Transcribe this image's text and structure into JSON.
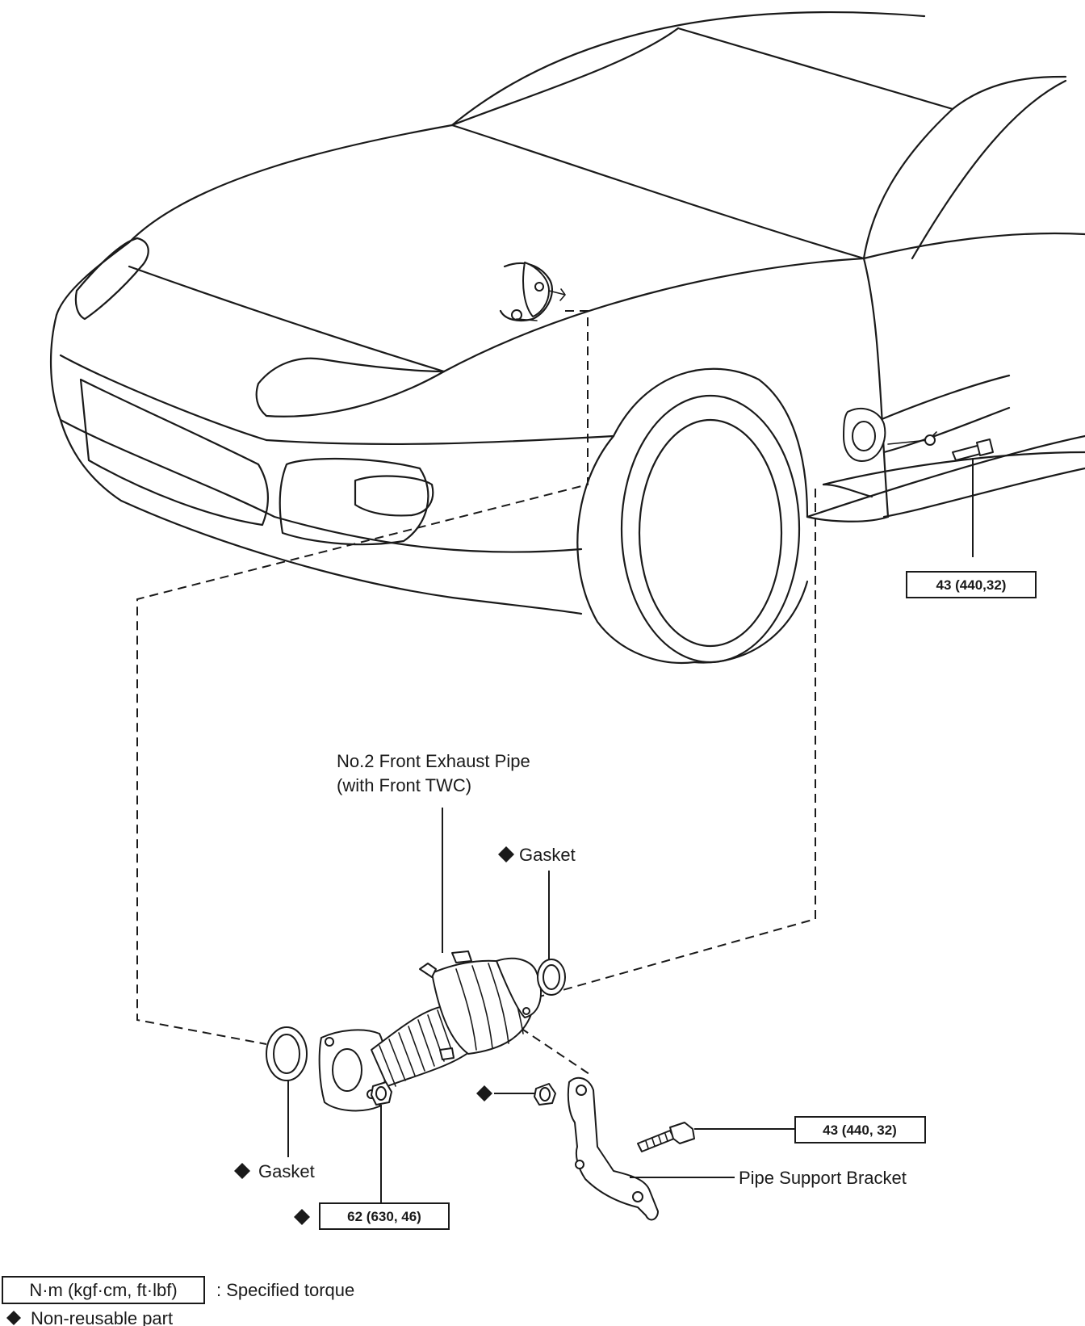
{
  "labels": {
    "front_pipe_line1": "No.2 Front Exhaust Pipe",
    "front_pipe_line2": "(with Front TWC)",
    "gasket_rear": "Gasket",
    "gasket_front": "Gasket",
    "bracket": "Pipe Support Bracket"
  },
  "torques": {
    "rear_bolt": "43 (440,32)",
    "bracket_bolt": "43 (440, 32)",
    "flange_nut": "62 (630, 46)"
  },
  "legend": {
    "torque_unit": "N·m (kgf·cm, ft·lbf)",
    "torque_desc": ": Specified torque",
    "nonreusable_desc": "Non-reusable part"
  }
}
